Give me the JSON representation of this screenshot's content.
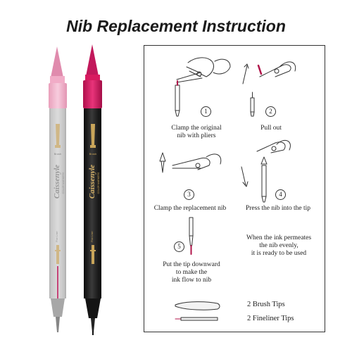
{
  "title": "Nib Replacement Instruction",
  "pens": {
    "brand_label": "Caissenyle",
    "sub_label": "COLOR MARKERS",
    "brush_mark": "Brush",
    "fine_mark": "Fine Liner",
    "colors": {
      "left_body": "#f9c3d6",
      "right_tip": "#d81b60",
      "right_body": "#1e1e1e",
      "gold": "#c9a55a"
    }
  },
  "steps": [
    {
      "num": "1",
      "label": "Clamp the original\nnib with pliers"
    },
    {
      "num": "2",
      "label": "Pull out"
    },
    {
      "num": "3",
      "label": "Clamp the replacement nib"
    },
    {
      "num": "4",
      "label": "Press the nib into the tip"
    },
    {
      "num": "5",
      "label": "Put the tip downward\nto make the\nink flow to nib"
    }
  ],
  "note": "When the ink permeates\nthe nib evenly,\nit is ready to be used",
  "legend": [
    {
      "label": "2 Brush Tips",
      "icon": "brush-tip-icon"
    },
    {
      "label": "2 Fineliner Tips",
      "icon": "fineliner-tip-icon"
    }
  ]
}
